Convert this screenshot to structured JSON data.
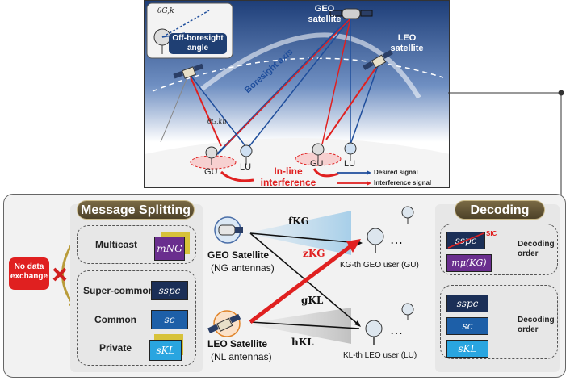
{
  "scene": {
    "off_boresight_label": "Off-boresight angle",
    "theta_top": "θG,k",
    "theta_mid": "θG,kn",
    "geo_label": "GEO satellite",
    "leo_label": "LEO satellite",
    "boresight_label": "Boresight axis",
    "gu_left": "GU",
    "lu_left": "LU",
    "gu_right": "GU",
    "lu_right": "LU",
    "inline_interference": "In-line interference",
    "legend_desired": "Desired signal",
    "legend_interference": "Interference signal",
    "colors": {
      "desired": "#1f4e9c",
      "interference": "#e02020",
      "sky": "#2a4d86"
    }
  },
  "panel": {
    "message_splitting_title": "Message Splitting",
    "decoding_title": "Decoding",
    "no_data_exchange": "No data exchange",
    "multicast": "Multicast",
    "super_common": "Super-common",
    "common": "Common",
    "private": "Private",
    "sym_multicast": "mNG",
    "sym_spc": "sspc",
    "sym_c": "sc",
    "sym_private": "sKL",
    "geo_sat_title": "GEO Satellite",
    "geo_sat_sub": "(NG antennas)",
    "leo_sat_title": "LEO Satellite",
    "leo_sat_sub": "(NL antennas)",
    "f_label": "fKG",
    "z_label": "zKG",
    "g_label": "gKL",
    "h_label": "hKL",
    "gu_user": "KG-th GEO user (GU)",
    "lu_user": "KL-th LEO user (LU)",
    "sic": "SIC",
    "dec_top_1": "sspc",
    "dec_top_2": "mμ(KG)",
    "dec_bottom_1": "sspc",
    "dec_bottom_2": "sc",
    "dec_bottom_3": "sKL",
    "decoding_order_1": "Decoding order",
    "decoding_order_2": "Decoding order",
    "ellipsis": "⋯"
  }
}
